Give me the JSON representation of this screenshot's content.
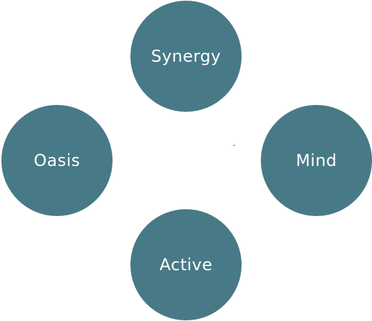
{
  "theme": {
    "node_color": "#477a86",
    "label_color": "#ffffff",
    "background": "#ffffff"
  },
  "nodes": {
    "top": {
      "label": "Synergy"
    },
    "left": {
      "label": "Oasis"
    },
    "right": {
      "label": "Mind"
    },
    "bottom": {
      "label": "Active"
    }
  }
}
